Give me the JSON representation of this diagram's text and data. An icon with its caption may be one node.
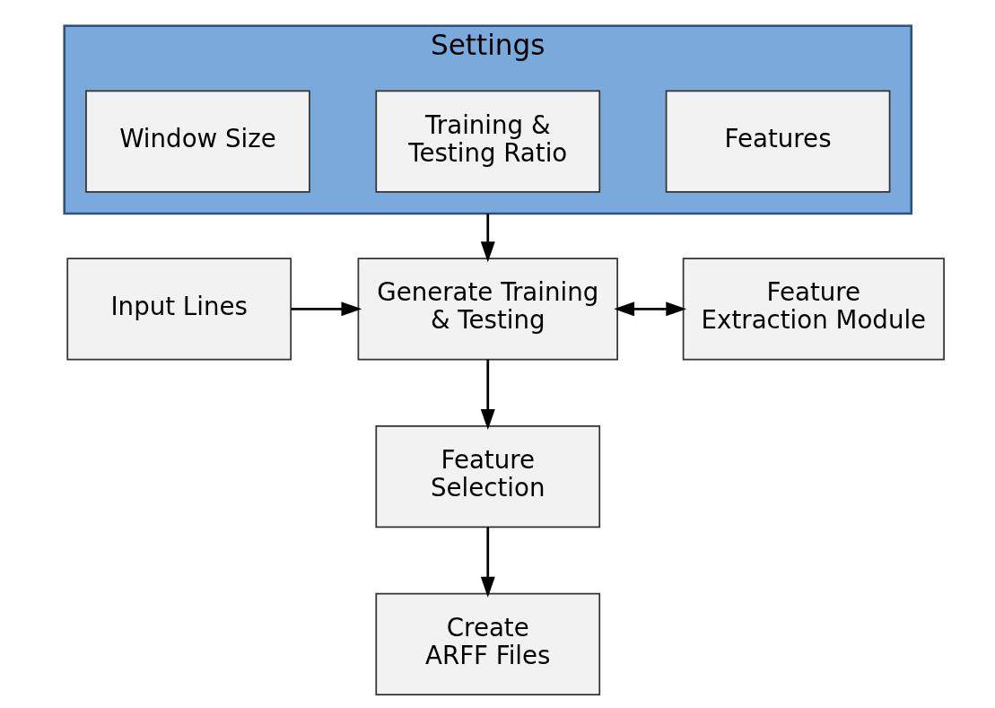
{
  "diagram": {
    "nodes": [
      {
        "text": [
          "Settings"
        ]
      },
      {
        "text": [
          "Features"
        ],
        "in": 0
      },
      {
        "text": [
          "Training & Testing Ratio"
        ],
        "in": 0
      },
      {
        "text": [
          "Window Size"
        ],
        "in": 0
      },
      {
        "text": [
          "Input Lines"
        ]
      },
      {
        "text": [
          "Generate Training & Testing"
        ]
      },
      {
        "text": [
          "Feature Extraction Module"
        ]
      },
      {
        "text": [
          "Feature Selection"
        ]
      },
      {
        "text": [
          "Create ARFF Files"
        ]
      }
    ],
    "edges": [
      {
        "from": 0,
        "to": 5,
        "arrow": "to"
      },
      {
        "from": 4,
        "to": 5,
        "arrow": "to"
      },
      {
        "from": 5,
        "to": 6,
        "arrow": "both"
      },
      {
        "from": 5,
        "to": 7,
        "arrow": "to"
      },
      {
        "from": 7,
        "to": 8,
        "arrow": "to"
      }
    ]
  }
}
